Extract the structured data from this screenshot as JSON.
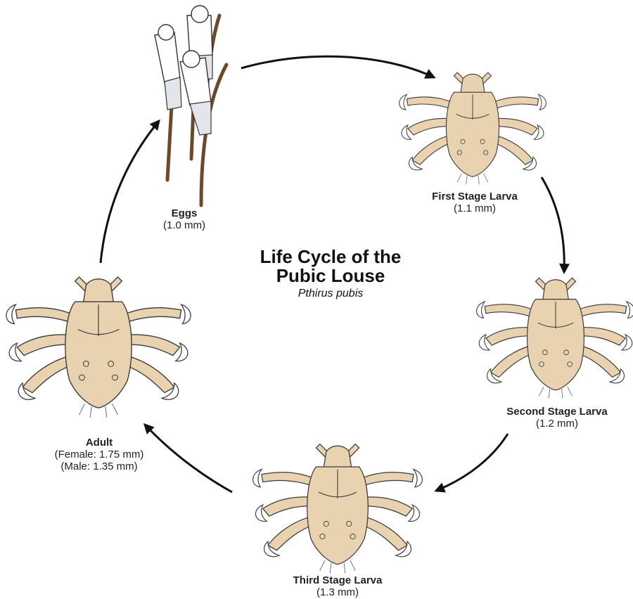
{
  "title": {
    "line1": "Life Cycle of the",
    "line2": "Pubic Louse",
    "scientific_name": "Pthirus pubis"
  },
  "stages": [
    {
      "id": "eggs",
      "name": "Eggs",
      "size": "(1.0 mm)"
    },
    {
      "id": "first",
      "name": "First Stage Larva",
      "size": "(1.1 mm)"
    },
    {
      "id": "second",
      "name": "Second Stage Larva",
      "size": "(1.2 mm)"
    },
    {
      "id": "third",
      "name": "Third Stage Larva",
      "size": "(1.3 mm)"
    },
    {
      "id": "adult",
      "name": "Adult",
      "size_female": "(Female: 1.75 mm)",
      "size_male": "(Male: 1.35 mm)"
    }
  ],
  "colors": {
    "louse_body": "#e8d2b0",
    "hair_shaft": "#6b4a2a",
    "arrow": "#111111"
  }
}
